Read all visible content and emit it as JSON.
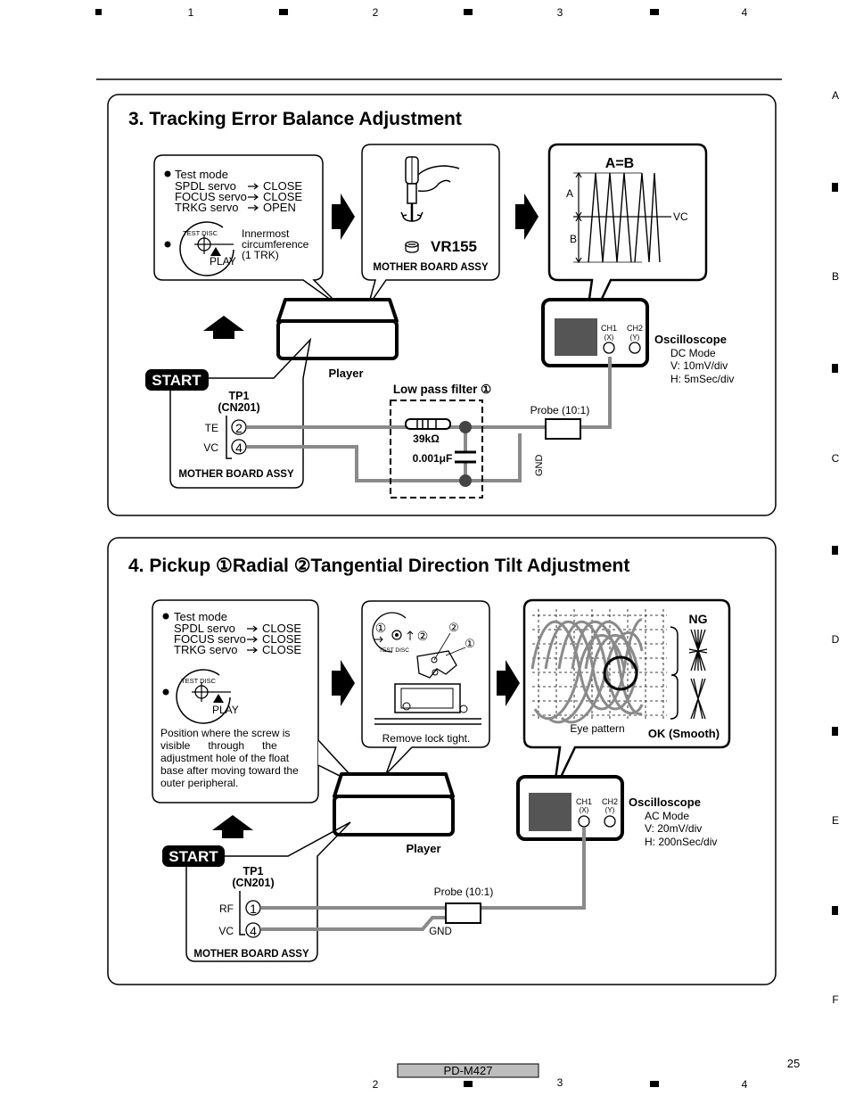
{
  "frame": {
    "top_numbers": [
      "1",
      "2",
      "3",
      "4"
    ],
    "bottom_numbers": [
      "2",
      "3",
      "4"
    ],
    "side_letters": [
      "A",
      "B",
      "C",
      "D",
      "E",
      "F"
    ],
    "model": "PD-M427",
    "page_number": "25"
  },
  "section3": {
    "title": "3. Tracking Error Balance Adjustment",
    "test_mode_label": "Test mode",
    "servos": [
      {
        "name": "SPDL servo",
        "state": "CLOSE"
      },
      {
        "name": "FOCUS servo",
        "state": "CLOSE"
      },
      {
        "name": "TRKG servo",
        "state": "OPEN"
      }
    ],
    "test_disc": "TEST DISC",
    "play": "PLAY",
    "disc_pos_1": "Innermost",
    "disc_pos_2": "circumference",
    "disc_pos_3": "(1 TRK)",
    "vr": "VR155",
    "mother_board_top": "MOTHER BOARD ASSY",
    "wave_title": "A=B",
    "wave_a": "A",
    "wave_b": "B",
    "wave_vc": "VC",
    "ch1": "CH1",
    "ch1x": "(X)",
    "ch2": "CH2",
    "ch2y": "(Y)",
    "scope_title": "Oscilloscope",
    "scope_mode": "DC Mode",
    "scope_v": "V: 10mV/div",
    "scope_h": "H: 5mSec/div",
    "player": "Player",
    "start": "START",
    "tp1": "TP1",
    "cn": "(CN201)",
    "pin_te": "TE",
    "pin_te_num": "2",
    "pin_vc": "VC",
    "pin_vc_num": "4",
    "mother_board": "MOTHER BOARD ASSY",
    "filter_title": "Low pass filter ①",
    "resistor": "39kΩ",
    "capacitor": "0.001μF",
    "probe": "Probe (10:1)",
    "gnd": "GND"
  },
  "section4": {
    "title": "4. Pickup ①Radial  ②Tangential Direction Tilt Adjustment",
    "test_mode_label": "Test mode",
    "servos": [
      {
        "name": "SPDL servo",
        "state": "CLOSE"
      },
      {
        "name": "FOCUS servo",
        "state": "CLOSE"
      },
      {
        "name": "TRKG servo",
        "state": "CLOSE"
      }
    ],
    "test_disc": "TEST DISC",
    "play": "PLAY",
    "note_lines": [
      "Position where the screw is",
      "visible      through      the",
      "adjustment hole of the float",
      "base after moving toward the",
      "outer peripheral."
    ],
    "pickup_1": "①",
    "pickup_2": "②",
    "pickup_test_disc": "TEST DISC",
    "remove_lock": "Remove lock tight.",
    "eye_pattern": "Eye pattern",
    "ng": "NG",
    "ok": "OK (Smooth)",
    "ch1": "CH1",
    "ch1x": "(X)",
    "ch2": "CH2",
    "ch2y": "(Y)",
    "scope_title": "Oscilloscope",
    "scope_mode": "AC Mode",
    "scope_v": "V: 20mV/div",
    "scope_h": "H: 200nSec/div",
    "player": "Player",
    "start": "START",
    "tp1": "TP1",
    "cn": "(CN201)",
    "pin_rf": "RF",
    "pin_rf_num": "1",
    "pin_vc": "VC",
    "pin_vc_num": "4",
    "mother_board": "MOTHER BOARD ASSY",
    "probe": "Probe (10:1)",
    "gnd": "GND"
  }
}
